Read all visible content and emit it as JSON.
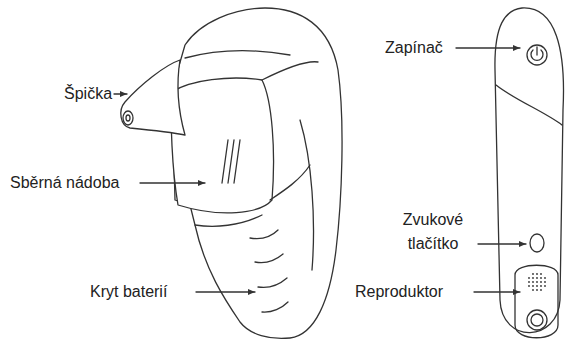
{
  "diagram": {
    "labels": [
      "Špička",
      "Sběrná nádoba",
      "Kryt baterií",
      "Zapínač",
      "Zvukové tlačítko",
      "Reproduktor"
    ]
  }
}
